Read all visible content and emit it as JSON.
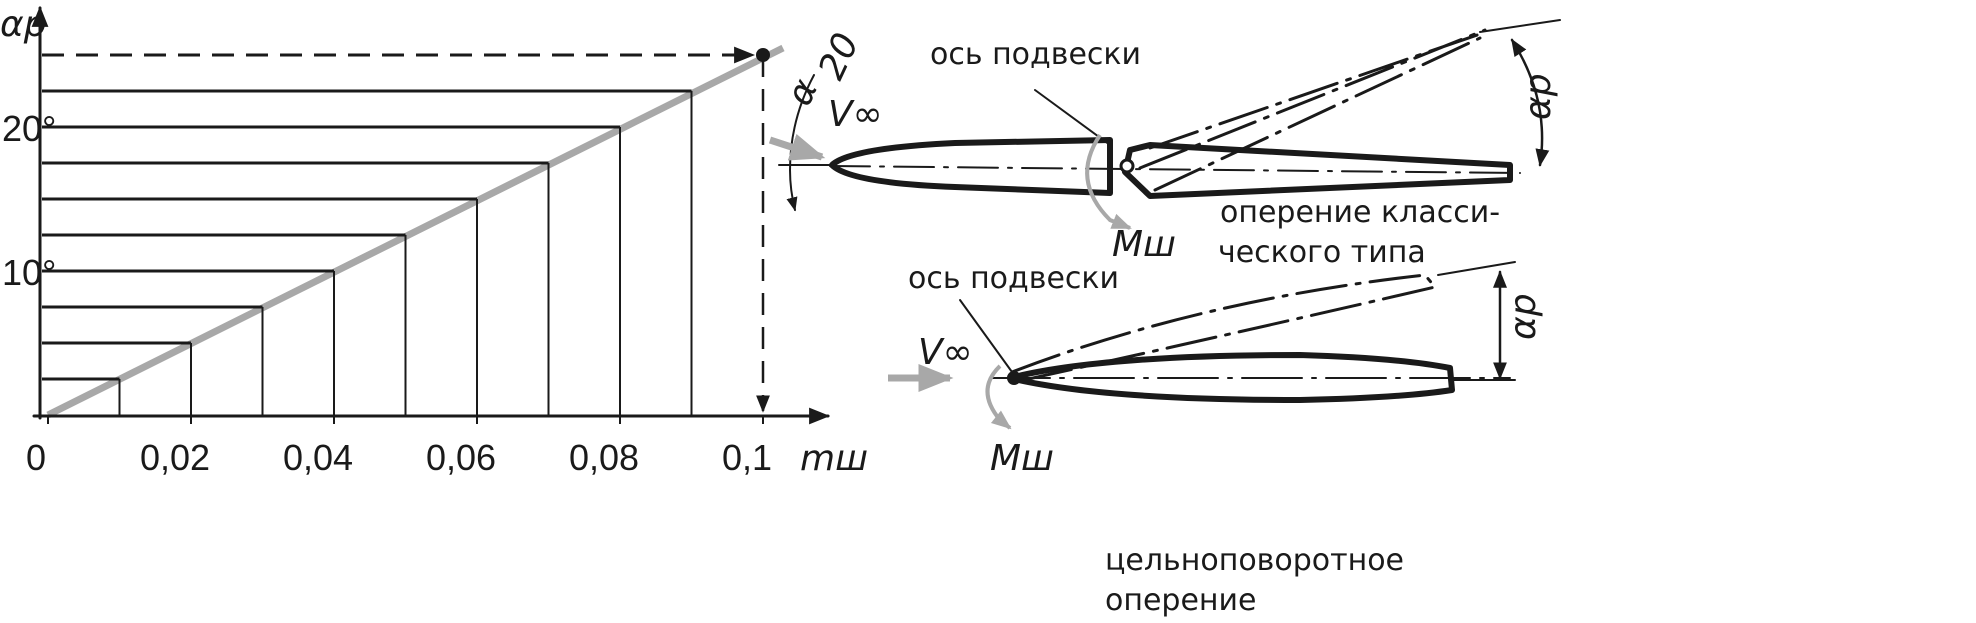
{
  "chart_data": {
    "type": "line",
    "title": "",
    "xlabel": "mш",
    "ylabel": "αp",
    "xlim": [
      0,
      0.105
    ],
    "ylim": [
      0,
      27
    ],
    "x_ticks": [
      {
        "value": 0,
        "label": "0"
      },
      {
        "value": 0.02,
        "label": "0,02"
      },
      {
        "value": 0.04,
        "label": "0,04"
      },
      {
        "value": 0.06,
        "label": "0,06"
      },
      {
        "value": 0.08,
        "label": "0,08"
      },
      {
        "value": 0.1,
        "label": "0,1"
      }
    ],
    "y_ticks": [
      {
        "value": 10,
        "label": "10°"
      },
      {
        "value": 20,
        "label": "20°"
      }
    ],
    "series": [
      {
        "name": "αp(mш)",
        "x": [
          0,
          0.1
        ],
        "y": [
          0,
          25
        ],
        "color": "#a8a8a8"
      }
    ],
    "step_points": {
      "x": [
        0.01,
        0.02,
        0.03,
        0.04,
        0.05,
        0.06,
        0.07,
        0.08,
        0.09
      ],
      "y": [
        2.5,
        5,
        7.5,
        10,
        12.5,
        15,
        17.5,
        20,
        22.5
      ]
    },
    "highlight_point": {
      "x": 0.1,
      "y": 25
    }
  },
  "diagram": {
    "alpha_angle": {
      "symbol": "α",
      "value": "20"
    },
    "classic": {
      "v_label": "V∞",
      "axis_label": "ось подвески",
      "moment_label": "Mш",
      "caption_line1": "оперение класси-",
      "caption_line2": "ческого типа",
      "deflection_label": "αp"
    },
    "all_moving": {
      "v_label": "V∞",
      "axis_label": "ось подвески",
      "moment_label": "Mш",
      "caption_line1": "цельноповоротное",
      "caption_line2": "оперение",
      "deflection_label": "αp"
    },
    "colors": {
      "ink": "#1a1a1a",
      "gray": "#a8a8a8"
    }
  }
}
